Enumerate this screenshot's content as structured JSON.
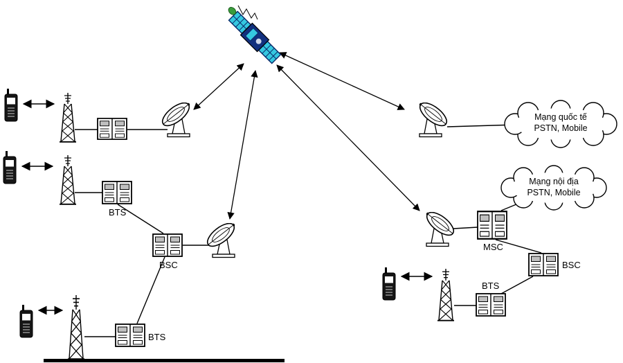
{
  "diagram": {
    "labels": {
      "bts_left": "BTS",
      "bsc_left": "BSC",
      "bts_bottom_left": "BTS",
      "msc": "MSC",
      "bsc_right": "BSC",
      "bts_right": "BTS"
    },
    "clouds": {
      "international": {
        "line1": "Mạng quốc tế",
        "line2": "PSTN, Mobile"
      },
      "domestic": {
        "line1": "Mạng nội địa",
        "line2": "PSTN, Mobile"
      }
    },
    "icons": {
      "satellite": "satellite-icon",
      "earth_station_dish": "satellite-dish-icon",
      "antenna_tower": "antenna-tower-icon",
      "mobile_phone": "mobile-phone-icon",
      "equipment_cabinet": "equipment-cabinet-icon",
      "network_cloud": "cloud-icon"
    },
    "colors": {
      "line": "#000000",
      "satellite_panel": "#35c8e0",
      "satellite_body": "#12307e",
      "satellite_tip": "#3a9c3c",
      "background": "#ffffff"
    }
  }
}
